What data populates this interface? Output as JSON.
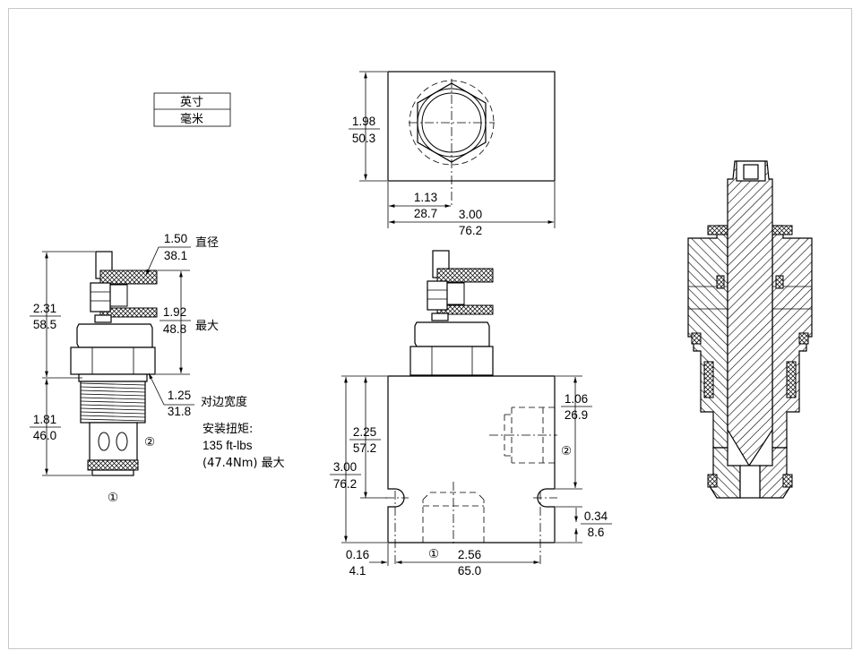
{
  "legend": {
    "unit_inch": "英寸",
    "unit_mm": "毫米"
  },
  "left_view": {
    "dims": [
      {
        "id": "overall_height",
        "inch": "2.31",
        "mm": "58.5"
      },
      {
        "id": "lower_height",
        "inch": "1.81",
        "mm": "46.0"
      },
      {
        "id": "knob_diameter",
        "inch": "1.50",
        "mm": "38.1",
        "note": "直径"
      },
      {
        "id": "adjust_max",
        "inch": "1.92",
        "mm": "48.8",
        "note": "最大"
      },
      {
        "id": "hex_across_flats",
        "inch": "1.25",
        "mm": "31.8",
        "note": "对边宽度"
      }
    ],
    "torque": {
      "title": "安装扭矩:",
      "line1": "135 ft-lbs",
      "line2": "(47.4Nm) 最大"
    },
    "port1": "①",
    "port2": "②"
  },
  "top_view": {
    "dims": [
      {
        "id": "height",
        "inch": "1.98",
        "mm": "50.3"
      },
      {
        "id": "center_offset",
        "inch": "1.13",
        "mm": "28.7"
      },
      {
        "id": "width",
        "inch": "3.00",
        "mm": "76.2"
      }
    ]
  },
  "front_view": {
    "dims": [
      {
        "id": "port2_offset",
        "inch": "1.06",
        "mm": "26.9"
      },
      {
        "id": "cavity_depth",
        "inch": "2.25",
        "mm": "57.2"
      },
      {
        "id": "block_height",
        "inch": "3.00",
        "mm": "76.2"
      },
      {
        "id": "mount_offset",
        "inch": "0.34",
        "mm": "8.6"
      },
      {
        "id": "mount_edge",
        "inch": "0.16",
        "mm": "4.1"
      },
      {
        "id": "mount_spacing",
        "inch": "2.56",
        "mm": "65.0"
      }
    ],
    "port1": "①",
    "port2": "②"
  }
}
